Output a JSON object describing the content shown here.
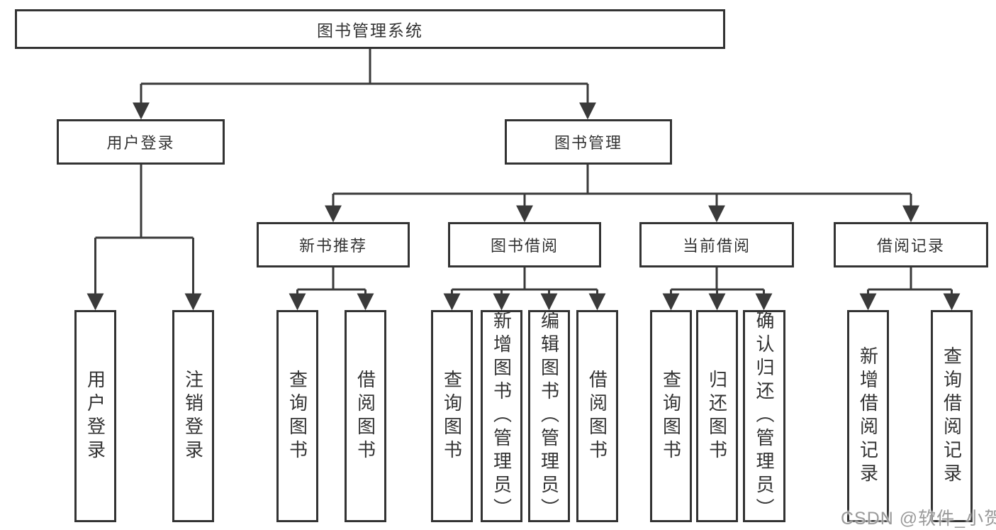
{
  "diagram": {
    "title_node": {
      "label": "图书管理系统"
    },
    "level2": [
      {
        "label": "用户登录"
      },
      {
        "label": "图书管理"
      }
    ],
    "level3": [
      {
        "label": "新书推荐"
      },
      {
        "label": "图书借阅"
      },
      {
        "label": "当前借阅"
      },
      {
        "label": "借阅记录"
      }
    ],
    "leaves": [
      {
        "label": "用户登录"
      },
      {
        "label": "注销登录"
      },
      {
        "label": "查询图书"
      },
      {
        "label": "借阅图书"
      },
      {
        "label": "查询图书"
      },
      {
        "label": "新增图书（管理员）"
      },
      {
        "label": "编辑图书（管理员）"
      },
      {
        "label": "借阅图书"
      },
      {
        "label": "查询图书"
      },
      {
        "label": "归还图书"
      },
      {
        "label": "确认归还（管理员）"
      },
      {
        "label": "新增借阅记录"
      },
      {
        "label": "查询借阅记录"
      }
    ]
  },
  "watermark": {
    "text": "CSDN @软件_小贺同学"
  },
  "colors": {
    "line": "#3a3a3a",
    "box_border": "#333333",
    "text": "#333333",
    "background": "#ffffff",
    "watermark_text": "#9a9a9a"
  }
}
